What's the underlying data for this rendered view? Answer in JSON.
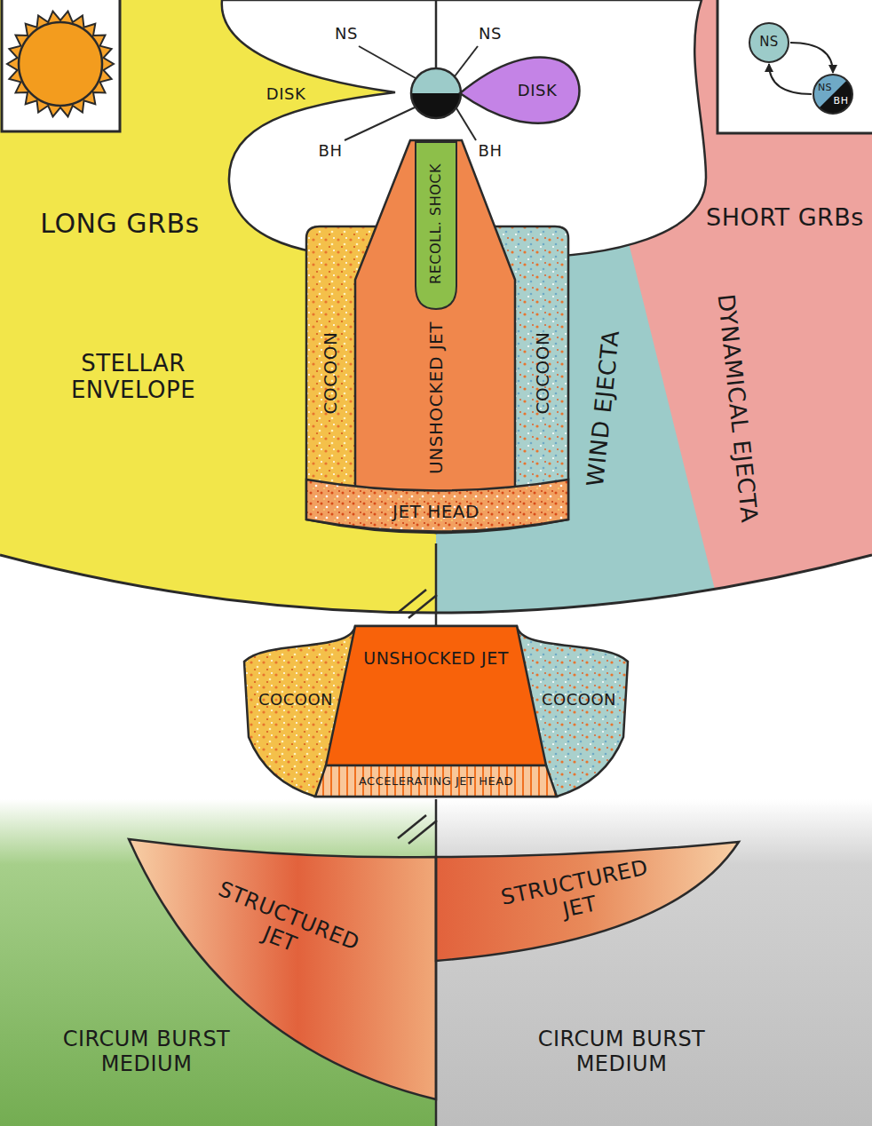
{
  "diagram": {
    "nodes": [
      {
        "text": [
          "DISK"
        ]
      },
      {
        "text": [
          "STELLAR ENVELOPE"
        ]
      },
      {
        "text": [
          "WIND EJECTA"
        ]
      },
      {
        "text": [
          "DYNAMICAL EJECTA"
        ]
      },
      {
        "text": [
          "COCOON"
        ]
      },
      {
        "text": [
          "UNSHOCKED JET"
        ]
      },
      {
        "text": [
          "RECOLL. SHOCK"
        ],
        "in": 5
      },
      {
        "text": [
          "COCOON"
        ]
      },
      {
        "text": [
          "JET HEAD"
        ]
      },
      {
        "text": [
          "COCOON"
        ]
      },
      {
        "text": [
          "UNSHOCKED JET"
        ]
      },
      {
        "text": [
          "COCOON"
        ]
      },
      {
        "text": [
          "ACCELERATING JET HEAD"
        ]
      },
      {
        "text": [
          "STRUCTURED JET"
        ]
      },
      {
        "text": [
          "STRUCTURED JET"
        ]
      },
      {
        "text": [
          "CIRCUM BURST MEDIUM"
        ]
      },
      {
        "text": [
          "CIRCUM BURST MEDIUM"
        ]
      },
      {
        "text": [
          "NS"
        ]
      },
      {
        "text": [
          "NS",
          "BH"
        ]
      }
    ],
    "edges": [
      {
        "from": 17,
        "to": 18,
        "arrow": "to"
      },
      {
        "from": 18,
        "to": 17,
        "arrow": "to"
      }
    ],
    "labels": [
      "LONG GRBs",
      "SHORT GRBs",
      "NS",
      "NS",
      "BH",
      "BH",
      "DISK"
    ]
  }
}
